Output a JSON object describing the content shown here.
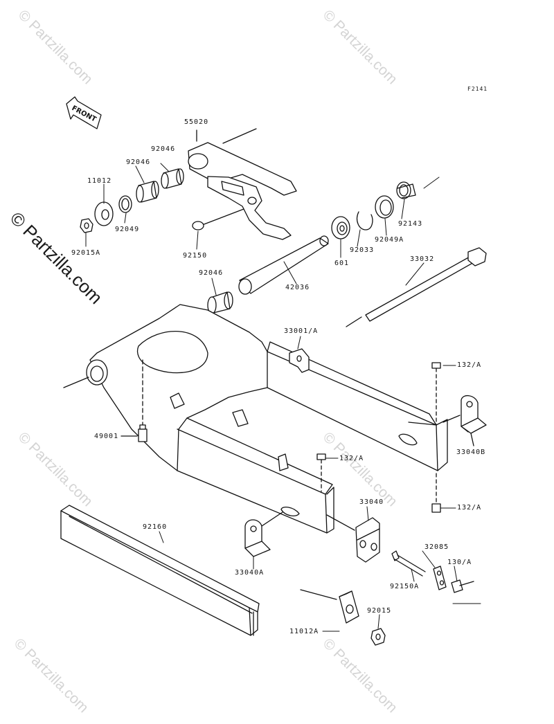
{
  "figure_code": "F2141",
  "front_label": "FRONT",
  "watermark": "© Partzilla.com",
  "side_watermark": "© Partzilla.com",
  "parts": [
    {
      "id": "p55020",
      "label": "55020"
    },
    {
      "id": "p92046a",
      "label": "92046"
    },
    {
      "id": "p92046b",
      "label": "92046"
    },
    {
      "id": "p11012",
      "label": "11012"
    },
    {
      "id": "p92049",
      "label": "92049"
    },
    {
      "id": "p92015a",
      "label": "92015A"
    },
    {
      "id": "p92150",
      "label": "92150"
    },
    {
      "id": "p92143",
      "label": "92143"
    },
    {
      "id": "p92049a",
      "label": "92049A"
    },
    {
      "id": "p92033",
      "label": "92033"
    },
    {
      "id": "p601",
      "label": "601"
    },
    {
      "id": "p92046c",
      "label": "92046"
    },
    {
      "id": "p42036",
      "label": "42036"
    },
    {
      "id": "p33032",
      "label": "33032"
    },
    {
      "id": "p33001a",
      "label": "33001/A"
    },
    {
      "id": "p132a1",
      "label": "132/A"
    },
    {
      "id": "p33040b",
      "label": "33040B"
    },
    {
      "id": "p49001",
      "label": "49001"
    },
    {
      "id": "p132a2",
      "label": "132/A"
    },
    {
      "id": "p132a3",
      "label": "132/A"
    },
    {
      "id": "p33040",
      "label": "33040"
    },
    {
      "id": "p92160",
      "label": "92160"
    },
    {
      "id": "p32085",
      "label": "32085"
    },
    {
      "id": "p130a",
      "label": "130/A"
    },
    {
      "id": "p33040a",
      "label": "33040A"
    },
    {
      "id": "p92150a",
      "label": "92150A"
    },
    {
      "id": "p92015",
      "label": "92015"
    },
    {
      "id": "p11012a",
      "label": "11012A"
    }
  ]
}
